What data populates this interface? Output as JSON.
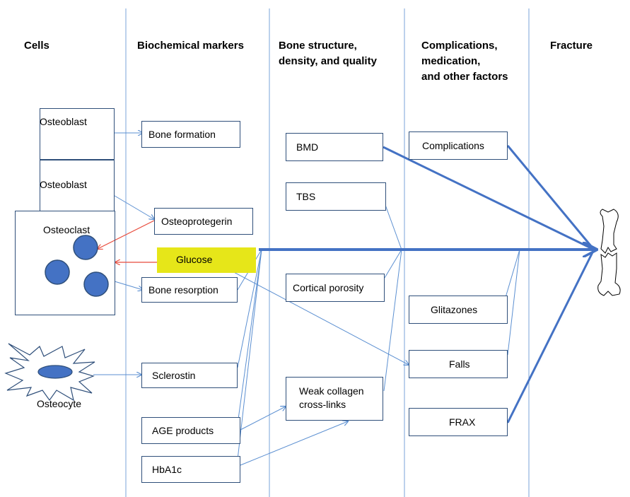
{
  "headers": {
    "cells": "Cells",
    "biochemical_markers": "Biochemical markers",
    "bone_structure": "Bone structure,\ndensity, and quality",
    "complications": "Complications,\nmedication,\nand other factors",
    "fracture": "Fracture"
  },
  "cells": {
    "osteoblast_1": "Osteoblast",
    "osteoblast_2": "Osteoblast",
    "osteoclast": "Osteoclast",
    "osteocyte": "Osteocyte"
  },
  "markers": {
    "bone_formation": "Bone formation",
    "osteoprotegerin": "Osteoprotegerin",
    "glucose": "Glucose",
    "bone_resorption": "Bone resorption",
    "sclerostin": "Sclerostin",
    "age_products": "AGE products",
    "hba1c": "HbA1c"
  },
  "bone_structure": {
    "bmd": "BMD",
    "tbs": "TBS",
    "cortical_porosity": "Cortical porosity",
    "weak_collagen": "Weak collagen\ncross-links"
  },
  "factors": {
    "complications": "Complications",
    "glitazones": "Glitazones",
    "falls": "Falls",
    "frax": "FRAX"
  },
  "colors": {
    "line": "#5b8fd1",
    "thick_arrow": "#4472c4",
    "red_arrow": "#e84b3c",
    "box_border": "#2f4f7a",
    "circle": "#4472c4",
    "glucose_bg": "#e6e619"
  }
}
